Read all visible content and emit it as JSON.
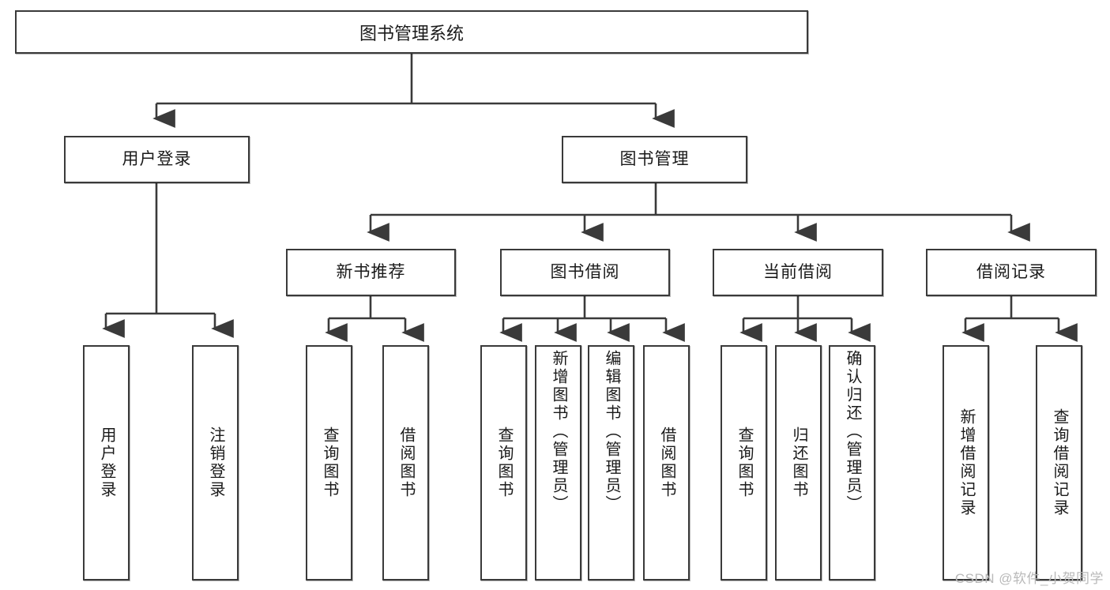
{
  "diagram": {
    "title": "图书管理系统",
    "type": "tree-hierarchy",
    "watermark": "CSDN @软件_小贺同学",
    "colors": {
      "background": "#ffffff",
      "box_border": "#3a3a3a",
      "box_fill": "#ffffff",
      "connector": "#3a3a3a",
      "text": "#1a1a1a",
      "watermark": "#b9b9b9"
    },
    "root": {
      "label": "图书管理系统"
    },
    "level2": [
      {
        "label": "用户登录"
      },
      {
        "label": "图书管理"
      }
    ],
    "level3": [
      {
        "label": "新书推荐"
      },
      {
        "label": "图书借阅"
      },
      {
        "label": "当前借阅"
      },
      {
        "label": "借阅记录"
      }
    ],
    "leaves": {
      "user_login": [
        {
          "label": "用户登录"
        },
        {
          "label": "注销登录"
        }
      ],
      "new_book_recommend": [
        {
          "label": "查询图书"
        },
        {
          "label": "借阅图书"
        }
      ],
      "book_borrow": [
        {
          "label": "查询图书"
        },
        {
          "label": "新增图书（管理员）"
        },
        {
          "label": "编辑图书（管理员）"
        },
        {
          "label": "借阅图书"
        }
      ],
      "current_borrow": [
        {
          "label": "查询图书"
        },
        {
          "label": "归还图书"
        },
        {
          "label": "确认归还（管理员）"
        }
      ],
      "borrow_record": [
        {
          "label": "新增借阅记录"
        },
        {
          "label": "查询借阅记录"
        }
      ]
    }
  }
}
